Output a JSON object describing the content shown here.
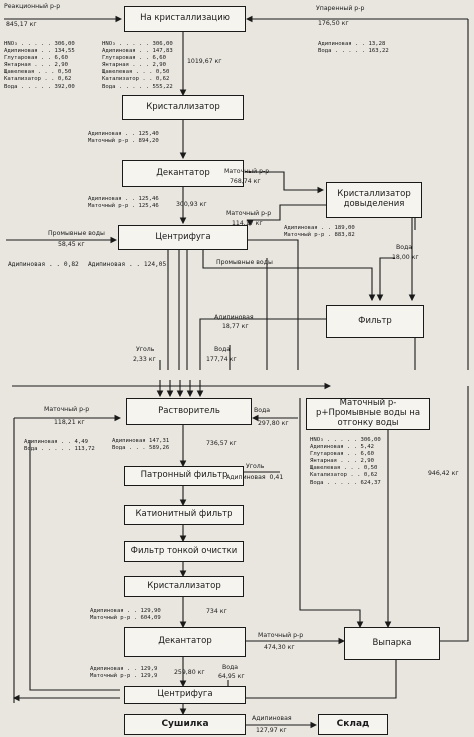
{
  "boxes": {
    "na_kristallizaciyu": "На кристаллизацию",
    "kristallizator_1": "Кристаллизатор",
    "dekantator_1": "Декантатор",
    "kristallizator_dovydeleniya": "Кристаллизатор довыделения",
    "centrifuga_1": "Центрифуга",
    "filtr": "Фильтр",
    "rastvoritel": "Растворитель",
    "matochny_promyvnye": "Маточный р-р+Промывные воды на отгонку воды",
    "patronny_filtr": "Патронный фильтр",
    "kationitny_filtr": "Катионитный фильтр",
    "filtr_tonkoy": "Фильтр тонкой очистки",
    "kristallizator_2": "Кристаллизатор",
    "dekantator_2": "Декантатор",
    "vyparka": "Выпарка",
    "centrifuga_2": "Центрифуга",
    "sushilka": "Сушилка",
    "sklad": "Склад"
  },
  "labels": {
    "reakc_title": "Реакционный р-р",
    "reakc_val": "845,17 кг",
    "uparenny_title": "Упаренный р-р",
    "uparenny_val": "176,50 кг",
    "feed_total": "1019,67 кг",
    "mat_768_title": "Маточный р-р",
    "mat_768_val": "768,74 кг",
    "sum_300": "300,93 кг",
    "mat_114_title": "Маточный р-р",
    "mat_114_val": "114,17 кг",
    "prom_title": "Промывные воды",
    "prom_val": "58,45 кг",
    "adip_082": "Адипиновая . . 0,82",
    "adip_124": "Адипиновая . . 124,05",
    "prom_voda2": "Промывные воды",
    "voda_title": "Вода",
    "voda_val": "18,00 кг",
    "adip_1877_title": "Адипиновая",
    "adip_1877_val": "18,77 кг",
    "ugol_title": "Уголь",
    "ugol_val": "2,33 кг",
    "voda2_title": "Вода",
    "voda2_val": "177,74 кг",
    "mat_118_title": "Маточный р-р",
    "mat_118_val": "118,21 кг",
    "voda3_title": "Вода",
    "voda3_val": "297,80 кг",
    "sum_736": "736,57 кг",
    "ugol2_title": "Уголь",
    "ugol2_val": "Адипиновая  0,41",
    "sum_946": "946,42 кг",
    "sum_734": "734 кг",
    "mat_474_title": "Маточный р-р",
    "mat_474_val": "474,30 кг",
    "sum_259": "259,80 кг",
    "voda4_title": "Вода",
    "voda4_val": "64,95 кг",
    "adip_127_title": "Адипиновая",
    "adip_127_val": "127,97 кг"
  },
  "tables": {
    "left_feed": [
      [
        "HNO₃ . . . . .",
        "306,00"
      ],
      [
        "Адипиновая . .",
        "134,55"
      ],
      [
        "Глутаровая . .",
        "6,60"
      ],
      [
        "Янтарная . . .",
        "2,90"
      ],
      [
        "Щавелевая . . .",
        "0,50"
      ],
      [
        "Катализатор . .",
        "0,62"
      ],
      [
        "Вода . . . . .",
        "392,00"
      ]
    ],
    "right_feed": [
      [
        "Адипиновая . .",
        "13,28"
      ],
      [
        "Вода . . . . .",
        "163,22"
      ]
    ],
    "mid_feed": [
      [
        "HNO₃ . . . . .",
        "306,00"
      ],
      [
        "Адипиновая . .",
        "147,83"
      ],
      [
        "Глутаровая . .",
        "6,60"
      ],
      [
        "Янтарная . . .",
        "2,90"
      ],
      [
        "Щавелевая . . .",
        "0,50"
      ],
      [
        "Катализатор . .",
        "0,62"
      ],
      [
        "Вода . . . . .",
        "555,22"
      ]
    ],
    "kr1_out": [
      [
        "Адипиновая . .",
        "125,40"
      ],
      [
        "Маточный р-р .",
        "894,20"
      ]
    ],
    "dek1_out": [
      [
        "Адипиновая . .",
        "125,46"
      ],
      [
        "Маточный р-р .",
        "125,46"
      ]
    ],
    "dovyd_out": [
      [
        "Адипиновая . .",
        "189,00"
      ],
      [
        "Маточный р-р .",
        "883,82"
      ]
    ],
    "otgonka": [
      [
        "HNO₃ . . . . .",
        "306,00"
      ],
      [
        "Адипиновая . .",
        "5,42"
      ],
      [
        "Глутаровая . .",
        "6,60"
      ],
      [
        "Янтарная . . .",
        "2,90"
      ],
      [
        "Щавелевая . . .",
        "0,50"
      ],
      [
        "Катализатор . .",
        "0,62"
      ],
      [
        "Вода . . . . .",
        "624,37"
      ]
    ],
    "rast_in_left": [
      [
        "Адипиновая . .",
        "4,49"
      ],
      [
        "Вода . . . . .",
        "113,72"
      ]
    ],
    "rast_in_mid": [
      [
        "Адипиновая",
        "147,31"
      ],
      [
        "Вода . . .",
        "589,26"
      ]
    ],
    "kr2_out": [
      [
        "Адипиновая . .",
        "129,90"
      ],
      [
        "Маточный р-р .",
        "604,09"
      ]
    ],
    "dek2_out": [
      [
        "Адипиновая . .",
        "129,9"
      ],
      [
        "Маточный р-р .",
        "129,9"
      ]
    ]
  }
}
